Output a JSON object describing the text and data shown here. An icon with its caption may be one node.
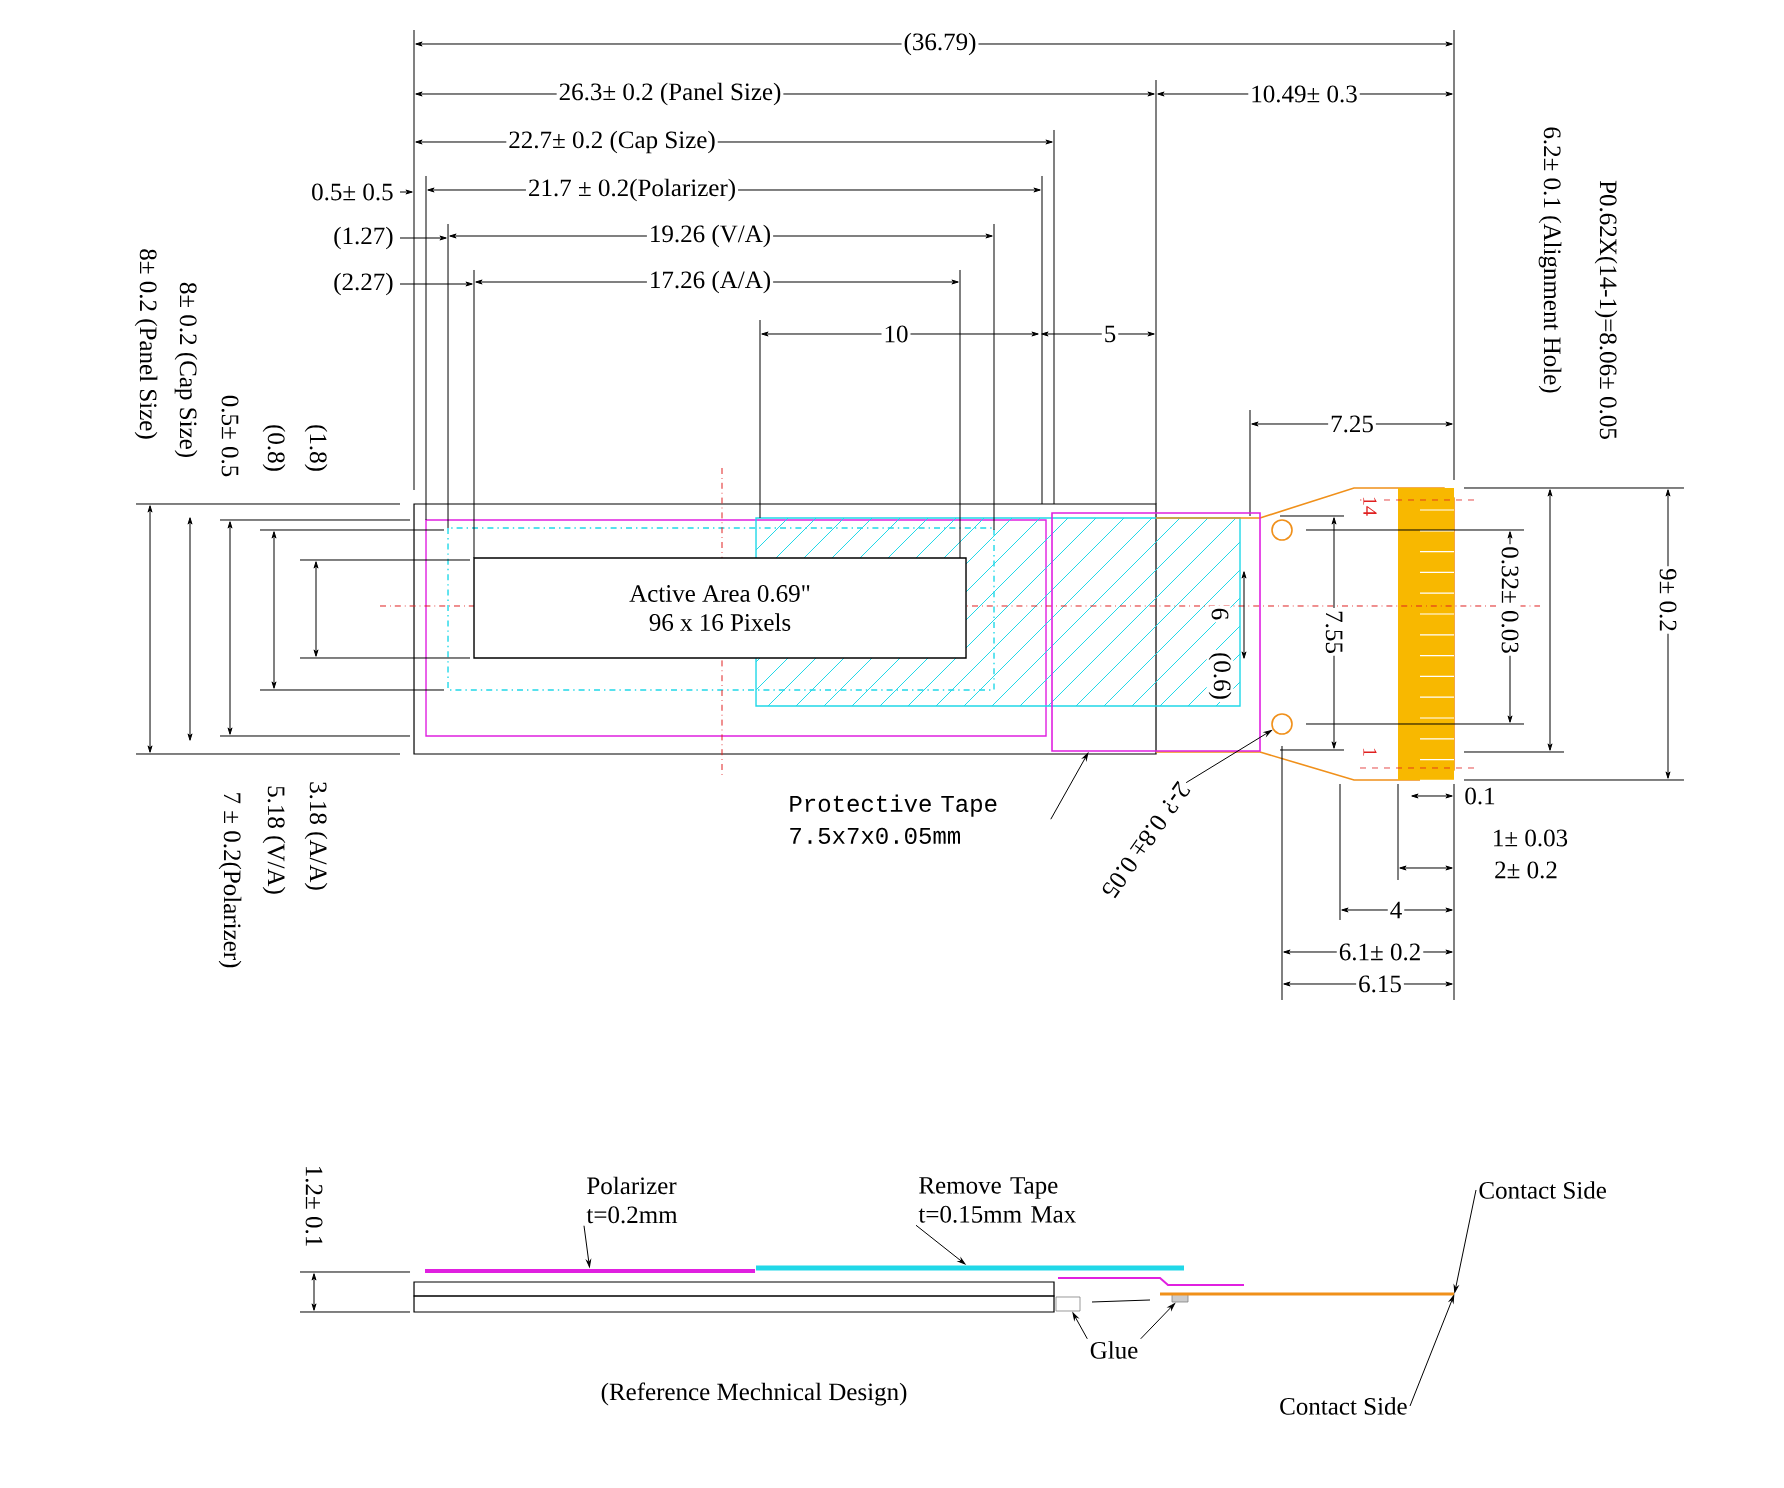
{
  "diagram": {
    "caption": "(Reference Mechnical Design)",
    "nodes": [
      {
        "text": [
          "Active Area 0.69\"",
          "96 x 16 Pixels"
        ]
      },
      {
        "text": [
          "Protective Tape 7.5x7x0.05mm"
        ]
      },
      {
        "text": [],
        "shape": "box"
      },
      {
        "text": [
          "2-? 0.8± 0.05"
        ]
      },
      {
        "text": [],
        "shape": "circle"
      },
      {
        "text": [],
        "shape": "circle"
      },
      {
        "text": [
          "Polarizer t=0.2mm"
        ]
      },
      {
        "text": [],
        "shape": "bar"
      },
      {
        "text": [
          "Remove Tape t=0.15mm Max"
        ]
      },
      {
        "text": [],
        "shape": "bar"
      },
      {
        "text": [
          "Glue"
        ]
      },
      {
        "text": [],
        "shape": "box"
      },
      {
        "text": [],
        "shape": "box"
      },
      {
        "text": [
          "Contact Side"
        ]
      },
      {
        "text": [
          "Contact Side"
        ]
      },
      {
        "text": [],
        "shape": "bar"
      }
    ],
    "edges": [
      {
        "from": 1,
        "to": 2,
        "arrow": "to"
      },
      {
        "from": 3,
        "to": 5,
        "arrow": "to"
      },
      {
        "from": 6,
        "to": 7,
        "arrow": "to"
      },
      {
        "from": 8,
        "to": 9,
        "arrow": "to"
      },
      {
        "from": 10,
        "to": 11,
        "arrow": "to"
      },
      {
        "from": 10,
        "to": 12,
        "arrow": "to"
      },
      {
        "from": 13,
        "to": 15,
        "arrow": "to"
      },
      {
        "from": 14,
        "to": 15,
        "arrow": "to"
      }
    ],
    "labels": [
      "(36.79)",
      "26.3± 0.2 (Panel Size)",
      "10.49± 0.3",
      "22.7± 0.2 (Cap Size)",
      "0.5± 0.5",
      "21.7 ± 0.2(Polarizer)",
      "(1.27)",
      "19.26 (V/A)",
      "(2.27)",
      "17.26 (A/A)",
      "10",
      "5",
      "8± 0.2 (Panel Size)",
      "8± 0.2 (Cap Size)",
      "0.5± 0.5",
      "(0.8)",
      "(1.8)",
      "6.2± 0.1 (Alignment Hole)",
      "P0.62X(14-1)=8.06± 0.05",
      "7.25",
      "14",
      "1",
      "6",
      "(0.6)",
      "7.55",
      "0.32± 0.03",
      "9± 0.2",
      "7 ± 0.2(Polarizer)",
      "5.18 (V/A)",
      "3.18 (A/A)",
      "0.1",
      "1± 0.03",
      "2± 0.2",
      "4",
      "6.1± 0.2",
      "6.15",
      "1.2± 0.1"
    ]
  }
}
